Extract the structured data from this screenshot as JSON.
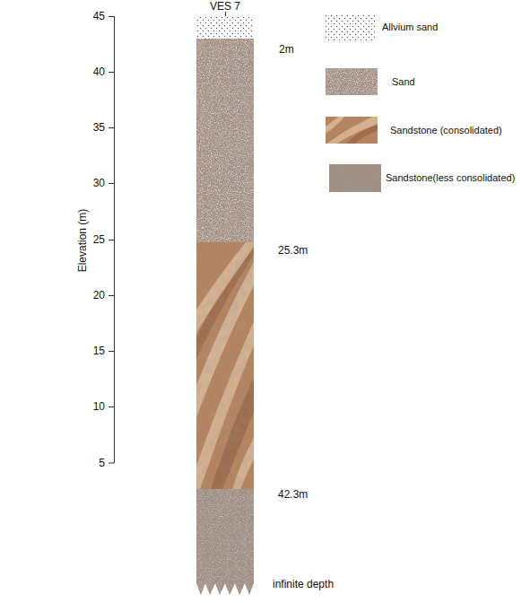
{
  "diagram": {
    "labels": [
      "VES 7",
      "2m",
      "25.3m",
      "42.3m",
      "infinite depth",
      "Elevation (m)",
      "45",
      "40",
      "35",
      "30",
      "25",
      "20",
      "15",
      "10",
      "5"
    ],
    "legend": [
      {
        "text": "Allvium sand",
        "color": "#ffffff"
      },
      {
        "text": "Sand",
        "color": "#a8978a"
      },
      {
        "text": "Sandstone (consolidated)",
        "color": "#b5835f"
      },
      {
        "text": "Sandstone(less consolidated)",
        "color": "#a08f82"
      }
    ]
  }
}
